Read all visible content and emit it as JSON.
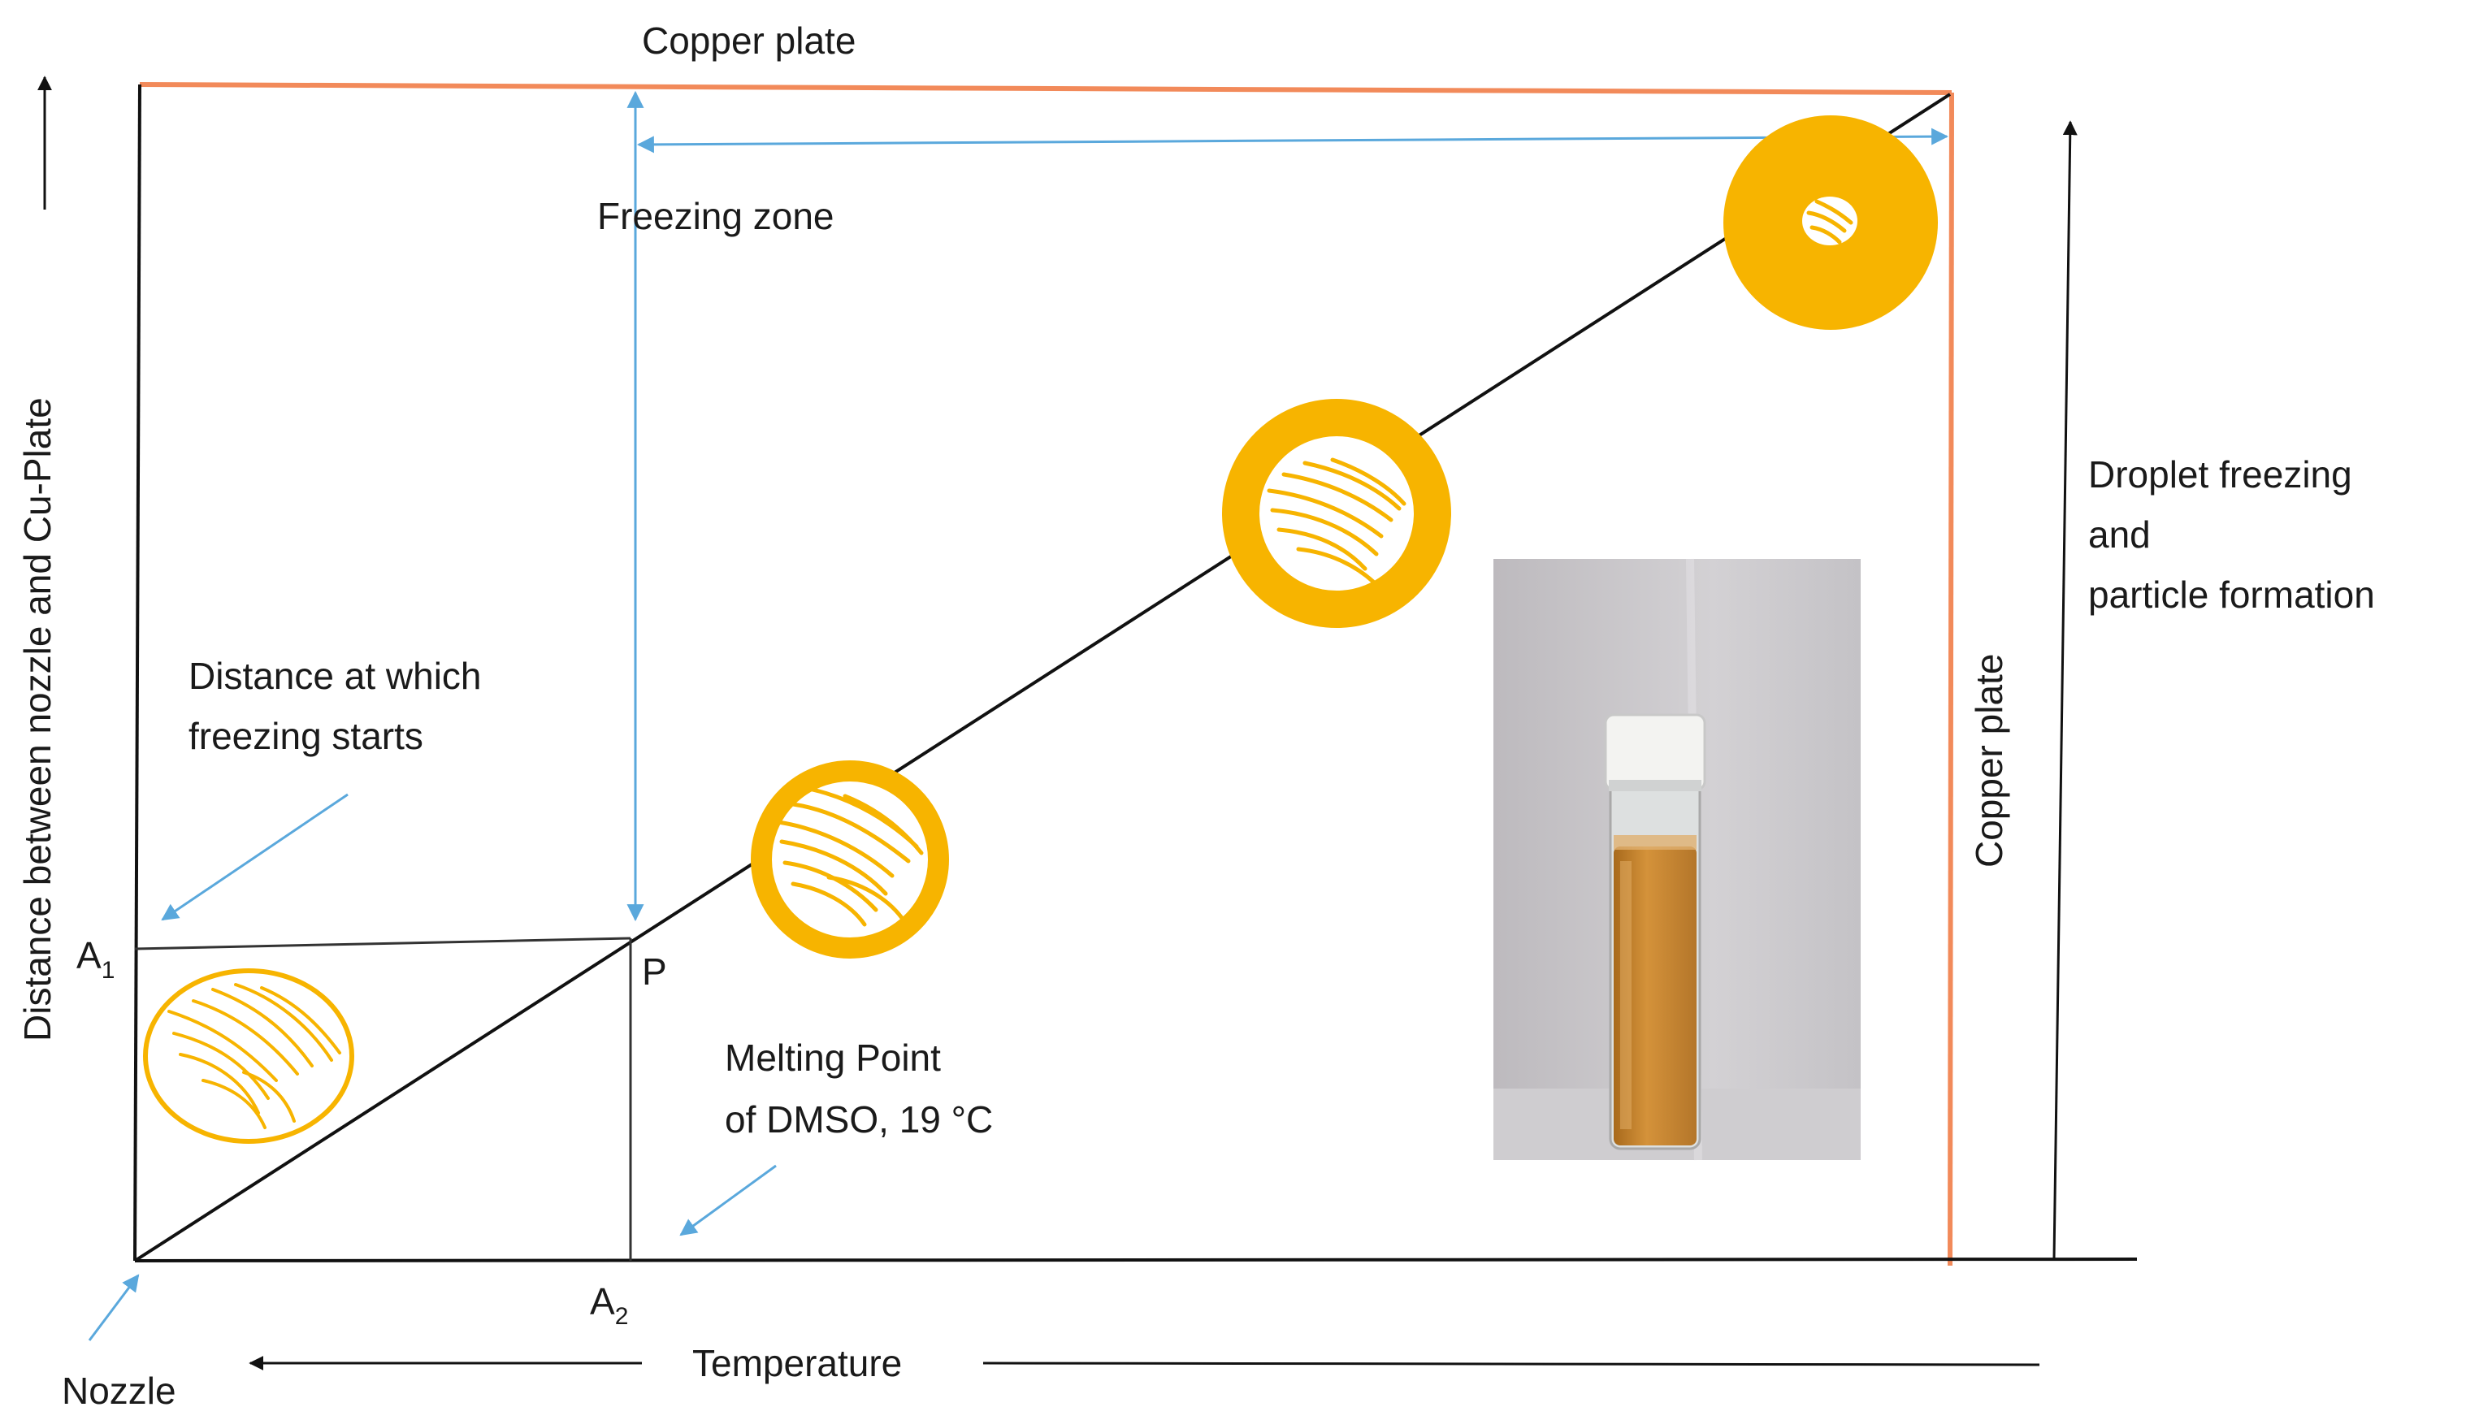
{
  "labels": {
    "copper_plate_top": "Copper plate",
    "copper_plate_right": "Copper plate",
    "freezing_zone": "Freezing zone",
    "y_axis": "Distance between nozzle and Cu-Plate",
    "x_axis": "Temperature",
    "nozzle": "Nozzle",
    "point_p": "P",
    "a1_letter": "A",
    "a1_sub": "1",
    "a2_letter": "A",
    "a2_sub": "2",
    "freezing_start_line1": "Distance at which",
    "freezing_start_line2": "freezing starts",
    "melting_line1": "Melting Point",
    "melting_line2": "of DMSO, 19 °C",
    "droplet_line1": "Droplet freezing",
    "droplet_line2": "and",
    "droplet_line3": "particle formation"
  },
  "colors": {
    "axis": "#111111",
    "copper": "#f28a5a",
    "arrow_blue": "#5aa8dc",
    "droplet": "#f7b400",
    "photo_bg": "#c9c6c9",
    "vial_liquid": "#c9852a"
  }
}
